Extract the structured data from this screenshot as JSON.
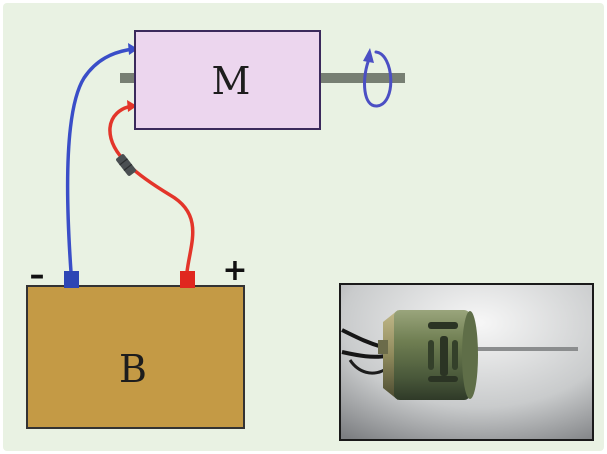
{
  "motor": {
    "label": "M"
  },
  "battery": {
    "label": "B",
    "negative_sign": "–",
    "positive_sign": "+"
  },
  "colors": {
    "background": "#e9f2e3",
    "motor_fill": "#ecd6ee",
    "motor_stroke": "#3b2a5c",
    "shaft": "#777f73",
    "rotation_arrow": "#4b4fc4",
    "battery_fill": "#c49a45",
    "battery_stroke": "#333333",
    "negative_wire": "#3a4ec8",
    "positive_wire": "#e3352a",
    "negative_terminal": "#2d46b5",
    "positive_terminal": "#e0271f",
    "connector": "#4a4f52"
  },
  "photo": {
    "subject": "dc-motor-photo"
  }
}
